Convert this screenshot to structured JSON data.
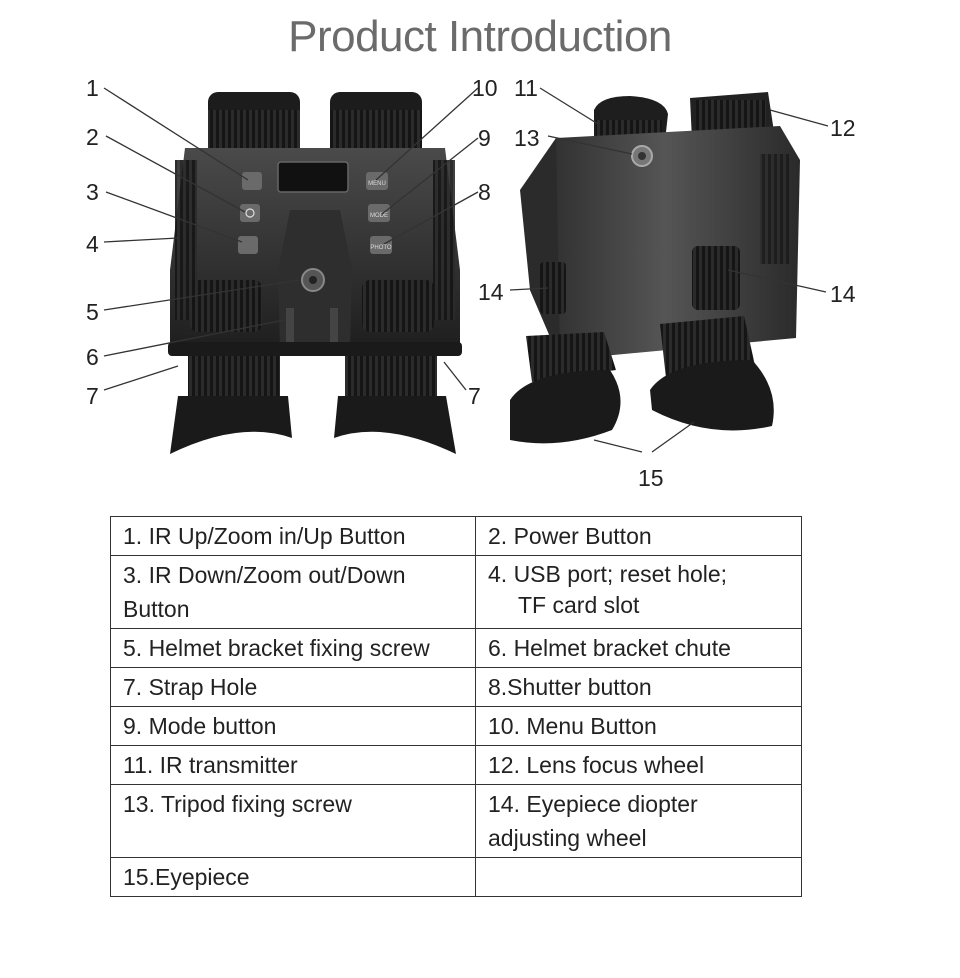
{
  "title": "Product Introduction",
  "callouts": {
    "n1": "1",
    "n2": "2",
    "n3": "3",
    "n4": "4",
    "n5": "5",
    "n6": "6",
    "n7a": "7",
    "n7b": "7",
    "n8": "8",
    "n9": "9",
    "n10": "10",
    "n11": "11",
    "n12": "12",
    "n13": "13",
    "n14a": "14",
    "n14b": "14",
    "n15": "15"
  },
  "button_marks": {
    "menu": "MENU",
    "mode": "MODE",
    "shutter": "PHOTO"
  },
  "features": {
    "r1c1": "1.  IR Up/Zoom in/Up Button",
    "r1c2": "2.  Power Button",
    "r2c1": "3.  IR Down/Zoom out/Down Button",
    "r2c2a": "4. USB port; reset hole;",
    "r2c2b": "TF card slot",
    "r3c1": "5.  Helmet bracket fixing screw",
    "r3c2": "6.  Helmet bracket chute",
    "r4c1": "7.  Strap Hole",
    "r4c2": "8.Shutter button",
    "r5c1": "9. Mode button",
    "r5c2": "10.  Menu Button",
    "r6c1": "11. IR transmitter",
    "r6c2": "12.  Lens focus wheel",
    "r7c1": "13.  Tripod fixing screw",
    "r7c2": "14.  Eyepiece diopter adjusting wheel",
    "r8c1": "15.Eyepiece",
    "r8c2": ""
  }
}
